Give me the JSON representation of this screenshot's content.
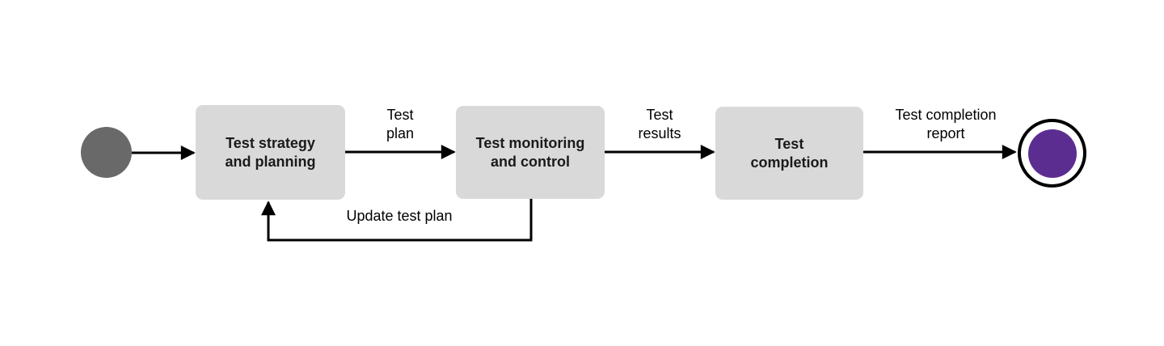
{
  "colors": {
    "background": "#ffffff",
    "box_fill": "#d9d9d9",
    "box_text": "#1a1a1a",
    "label_text": "#000000",
    "arrow": "#000000",
    "start_node_fill": "#696969",
    "end_node_ring": "#000000",
    "end_node_fill": "#5c2d91"
  },
  "diagram": {
    "type": "activity-flow",
    "nodes": [
      {
        "id": "start",
        "type": "initial-node",
        "label": ""
      },
      {
        "id": "strategy",
        "type": "activity",
        "label": "Test strategy\nand planning"
      },
      {
        "id": "monitoring",
        "type": "activity",
        "label": "Test monitoring\nand control"
      },
      {
        "id": "completion",
        "type": "activity",
        "label": "Test\ncompletion"
      },
      {
        "id": "end",
        "type": "final-node",
        "label": ""
      }
    ],
    "edges": [
      {
        "from": "start",
        "to": "strategy",
        "label": ""
      },
      {
        "from": "strategy",
        "to": "monitoring",
        "label": "Test\nplan"
      },
      {
        "from": "monitoring",
        "to": "completion",
        "label": "Test\nresults"
      },
      {
        "from": "completion",
        "to": "end",
        "label": "Test completion\nreport"
      },
      {
        "from": "monitoring",
        "to": "strategy",
        "label": "Update test plan"
      }
    ]
  }
}
